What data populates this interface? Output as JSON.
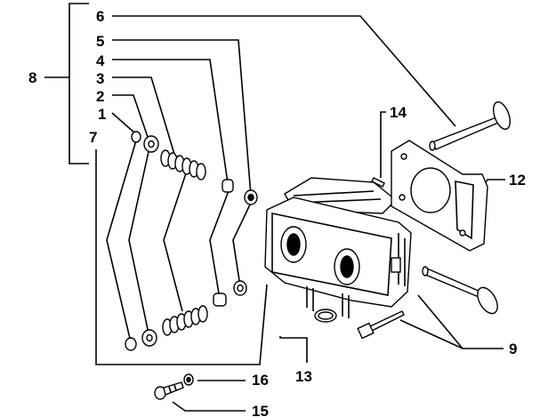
{
  "diagram": {
    "callouts": [
      {
        "id": "c1",
        "label": "1"
      },
      {
        "id": "c2",
        "label": "2"
      },
      {
        "id": "c3",
        "label": "3"
      },
      {
        "id": "c4",
        "label": "4"
      },
      {
        "id": "c5",
        "label": "5"
      },
      {
        "id": "c6",
        "label": "6"
      },
      {
        "id": "c7",
        "label": "7"
      },
      {
        "id": "c8",
        "label": "8"
      },
      {
        "id": "c9",
        "label": "9"
      },
      {
        "id": "c12",
        "label": "12"
      },
      {
        "id": "c13",
        "label": "13"
      },
      {
        "id": "c14",
        "label": "14"
      },
      {
        "id": "c15",
        "label": "15"
      },
      {
        "id": "c16",
        "label": "16"
      }
    ]
  }
}
